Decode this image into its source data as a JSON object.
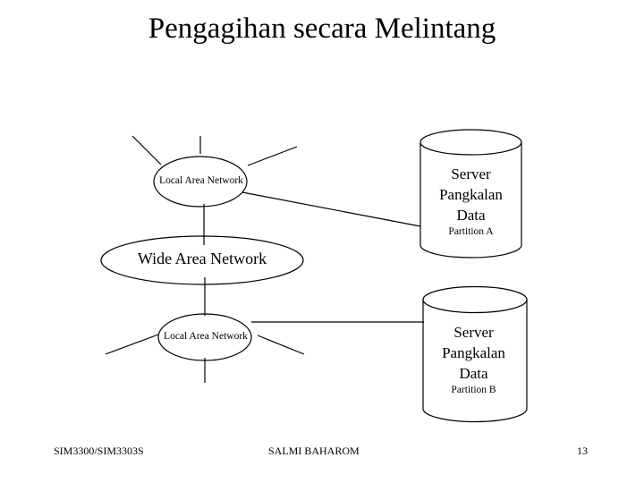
{
  "slide": {
    "title": "Pengagihan secara Melintang",
    "background_color": "#ffffff",
    "line_color": "#000000",
    "text_color": "#000000"
  },
  "diagram": {
    "type": "network-topology",
    "nodes": [
      {
        "id": "lan-top",
        "shape": "ellipse",
        "label": "Local Area Network"
      },
      {
        "id": "wan",
        "shape": "ellipse",
        "label": "Wide Area Network"
      },
      {
        "id": "lan-bottom",
        "shape": "ellipse",
        "label": "Local Area Network"
      },
      {
        "id": "server-a",
        "shape": "cylinder",
        "line1": "Server",
        "line2": "Pangkalan",
        "line3": "Data",
        "partition": "Partition A"
      },
      {
        "id": "server-b",
        "shape": "cylinder",
        "line1": "Server",
        "line2": "Pangkalan",
        "line3": "Data",
        "partition": "Partition B"
      }
    ],
    "edges": [
      {
        "from": "lan-top",
        "to": "wan"
      },
      {
        "from": "lan-top",
        "to": "server-a"
      },
      {
        "from": "wan",
        "to": "lan-bottom"
      },
      {
        "from": "lan-bottom",
        "to": "server-b"
      }
    ],
    "stubs": [
      {
        "node": "lan-top",
        "direction": "north"
      },
      {
        "node": "lan-top",
        "direction": "north-west"
      },
      {
        "node": "lan-top",
        "direction": "north-east"
      },
      {
        "node": "lan-bottom",
        "direction": "south"
      },
      {
        "node": "lan-bottom",
        "direction": "south-west"
      },
      {
        "node": "lan-bottom",
        "direction": "south-east"
      }
    ]
  },
  "footer": {
    "course_code": "SIM3300/SIM3303S",
    "author": "SALMI BAHAROM",
    "page_number": "13"
  }
}
